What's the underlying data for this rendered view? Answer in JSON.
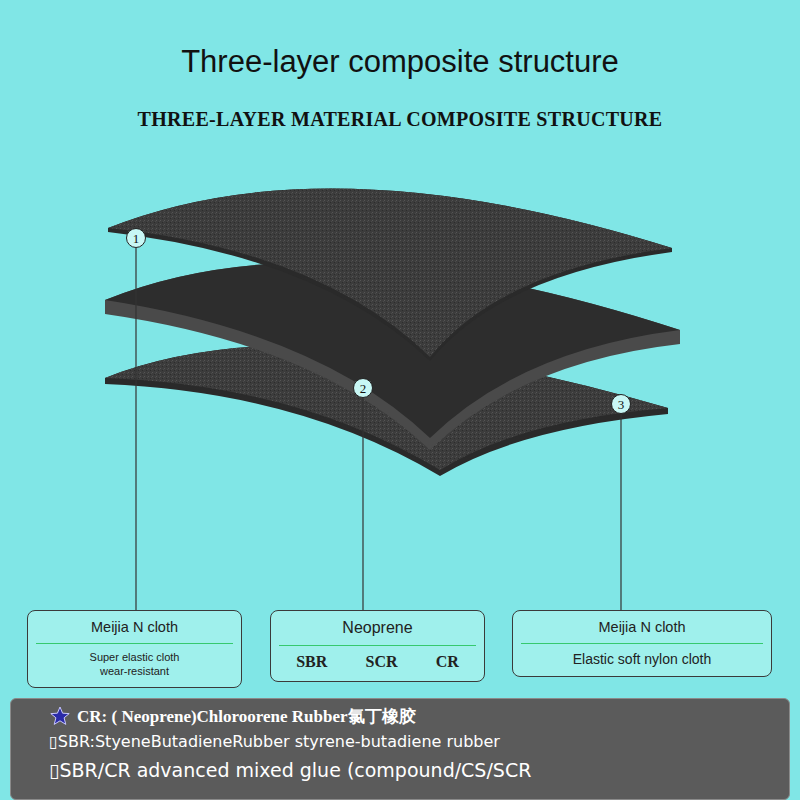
{
  "diagram": {
    "title": "Three-layer composite structure",
    "nodes": [
      {
        "text": [
          "1"
        ]
      },
      {
        "text": [
          "2"
        ]
      },
      {
        "text": [
          "3"
        ]
      },
      {
        "text": [
          "Meijia N cloth",
          "Super elastic cloth wear-resistant"
        ]
      },
      {
        "text": [
          "Neoprene",
          "SBR",
          "SCR",
          "CR"
        ]
      },
      {
        "text": [
          "Meijia N cloth",
          "Elastic soft nylon cloth"
        ]
      },
      {
        "text": [
          "CR: ( Neoprene)Chloroorene Rubber氯丁橡胶",
          "▯SBR:StyeneButadieneRubber styrene-butadiene rubber",
          "▯SBR/CR advanced mixed glue (compound/CS/SCR"
        ]
      }
    ],
    "edges": [
      {
        "from": 0,
        "to": 3,
        "arrow": "none"
      },
      {
        "from": 1,
        "to": 4,
        "arrow": "none"
      },
      {
        "from": 2,
        "to": 5,
        "arrow": "none"
      }
    ],
    "labels": [
      "THREE-LAYER MATERIAL COMPOSITE STRUCTURE"
    ]
  }
}
